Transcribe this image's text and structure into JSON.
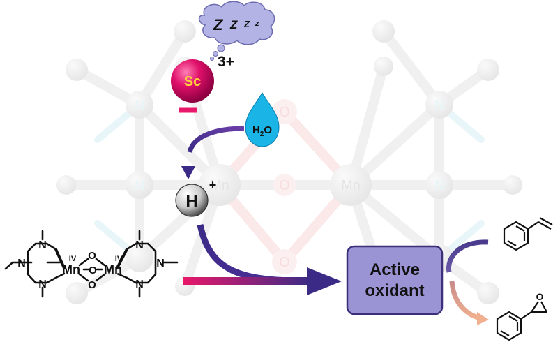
{
  "thought_bubble": {
    "z1": "Z",
    "z2": "Z",
    "z3": "Z",
    "z4": "z"
  },
  "scandium": {
    "label": "Sc",
    "charge": "3+"
  },
  "water": {
    "label_main": "H",
    "label_sub": "2",
    "label_end": "O"
  },
  "proton": {
    "label": "H",
    "charge": "+"
  },
  "complex": {
    "mn_left": "Mn",
    "mn_right": "Mn",
    "ox_left": "IV",
    "ox_right": "IV",
    "o_atom": "O",
    "n_atom": "N"
  },
  "background_structure": {
    "mn_label": "Mn",
    "o_label": "O",
    "n_label": "N"
  },
  "product_box": {
    "line1": "Active",
    "line2": "oxidant"
  },
  "colors": {
    "scandium_sphere": "#e0106a",
    "scandium_text": "#ffd23a",
    "water_drop": "#1ab4e6",
    "thought_cloud": "#b3b3e6",
    "product_box_fill": "#9a94d4",
    "product_box_stroke": "#3d2f7a",
    "arrow_start": "#e8186a",
    "arrow_end": "#3b2b86"
  },
  "icons": [
    "thought-cloud-icon",
    "scandium-ion-icon",
    "water-drop-icon",
    "proton-sphere-icon",
    "styrene-icon",
    "epoxide-icon"
  ]
}
